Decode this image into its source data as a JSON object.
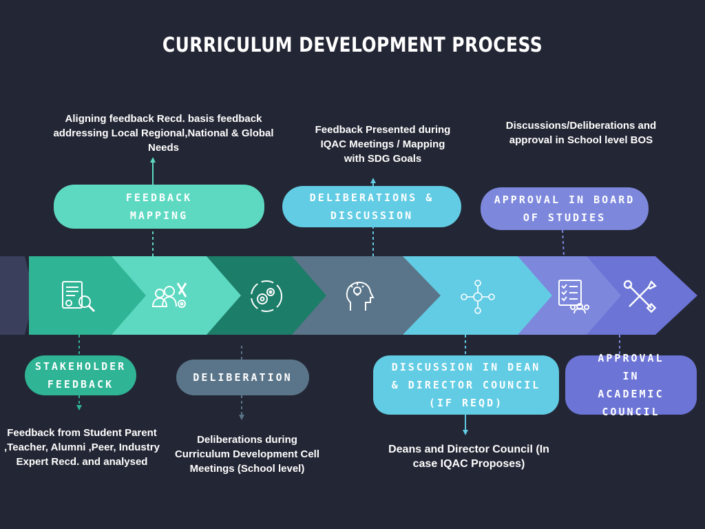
{
  "title": "CURRICULUM DEVELOPMENT PROCESS",
  "colors": {
    "background": "#232634",
    "teal": "#2fb495",
    "mint": "#5ed9c1",
    "dark_green": "#1c7d69",
    "slate": "#5a7589",
    "sky": "#62cce4",
    "periwinkle": "#7d88dd",
    "violet": "#6c74d6"
  },
  "steps_top": [
    {
      "label": "FEEDBACK MAPPING",
      "note": "Aligning feedback Recd. basis feedback addressing Local Regional,National & Global Needs"
    },
    {
      "label": "DELIBERATIONS & DISCUSSION",
      "note": "Feedback Presented during IQAC Meetings / Mapping with SDG Goals"
    },
    {
      "label": "APPROVAL IN BOARD OF STUDIES",
      "note": "Discussions/Deliberations and approval in School level BOS"
    }
  ],
  "steps_bottom": [
    {
      "label": "STAKEHOLDER FEEDBACK",
      "note": "Feedback from Student Parent ,Teacher, Alumni ,Peer, Industry Expert Recd. and analysed"
    },
    {
      "label": "DELIBERATION",
      "note": "Deliberations during Curriculum Development Cell Meetings (School level)"
    },
    {
      "label": "DISCUSSION IN DEAN & DIRECTOR COUNCIL (IF REQD)",
      "note": "Deans and Director Council (In case IQAC Proposes)"
    },
    {
      "label": "APPROVAL IN ACADEMIC COUNCIL",
      "note": ""
    }
  ],
  "icons": [
    "document-search-icon",
    "team-tools-icon",
    "gears-icon",
    "head-idea-icon",
    "network-icon",
    "checklist-team-icon",
    "tools-icon"
  ]
}
